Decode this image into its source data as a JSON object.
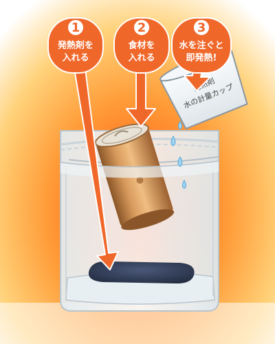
{
  "colors": {
    "arrow": "#f0672a",
    "badge_ring": "#f0672a",
    "badge_number": "#ffffff",
    "bag_outline": "#b8c4cc",
    "heat_pad": "#2d3a55",
    "can": "#c98a4e"
  },
  "steps": [
    {
      "number": "1",
      "line1": "発熱剤を",
      "line2": "入れる"
    },
    {
      "number": "2",
      "line1": "食材を",
      "line2": "入れる"
    },
    {
      "number": "3",
      "line1": "水を注ぐと",
      "line2": "即発熱!"
    }
  ],
  "cup": {
    "line1": "発熱剤",
    "line2": "水の計量カップ"
  }
}
